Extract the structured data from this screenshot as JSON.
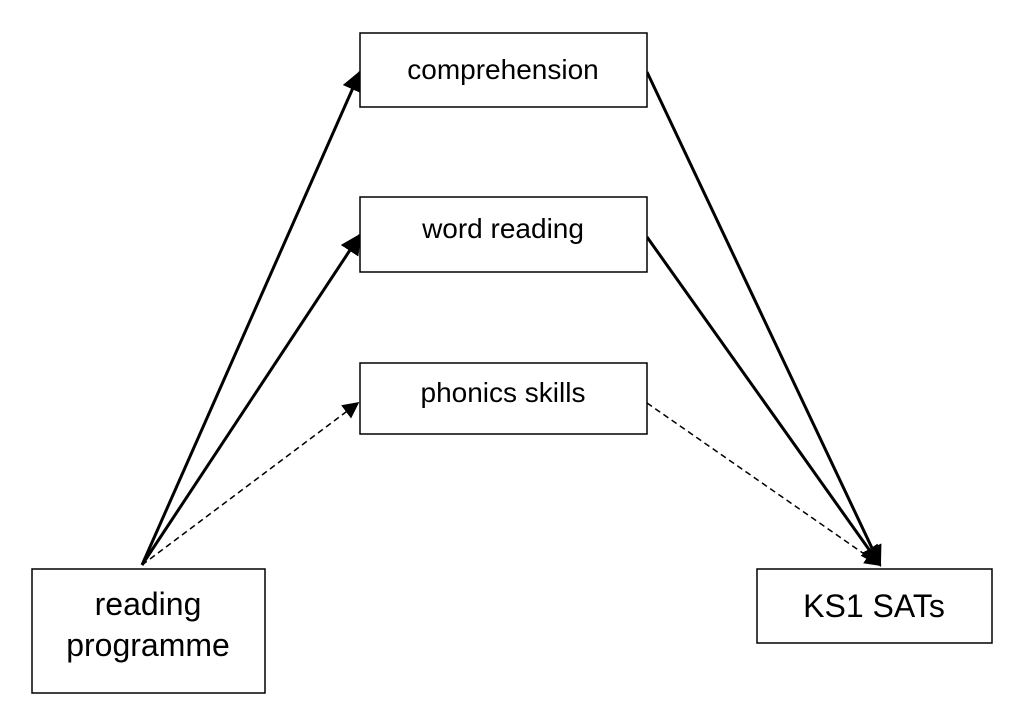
{
  "nodes": {
    "comprehension": {
      "label": "comprehension"
    },
    "word_reading": {
      "label": "word reading"
    },
    "phonics_skills": {
      "label": "phonics skills"
    },
    "reading_programme": {
      "label_line1": "reading",
      "label_line2": "programme"
    },
    "ks1_sats": {
      "label": "KS1 SATs"
    }
  },
  "edges": [
    {
      "from": "reading_programme",
      "to": "comprehension",
      "style": "solid"
    },
    {
      "from": "reading_programme",
      "to": "word_reading",
      "style": "solid"
    },
    {
      "from": "reading_programme",
      "to": "phonics_skills",
      "style": "dashed"
    },
    {
      "from": "comprehension",
      "to": "ks1_sats",
      "style": "solid"
    },
    {
      "from": "word_reading",
      "to": "ks1_sats",
      "style": "solid"
    },
    {
      "from": "phonics_skills",
      "to": "ks1_sats",
      "style": "dashed"
    }
  ],
  "colors": {
    "stroke": "#000000",
    "background": "#ffffff"
  }
}
